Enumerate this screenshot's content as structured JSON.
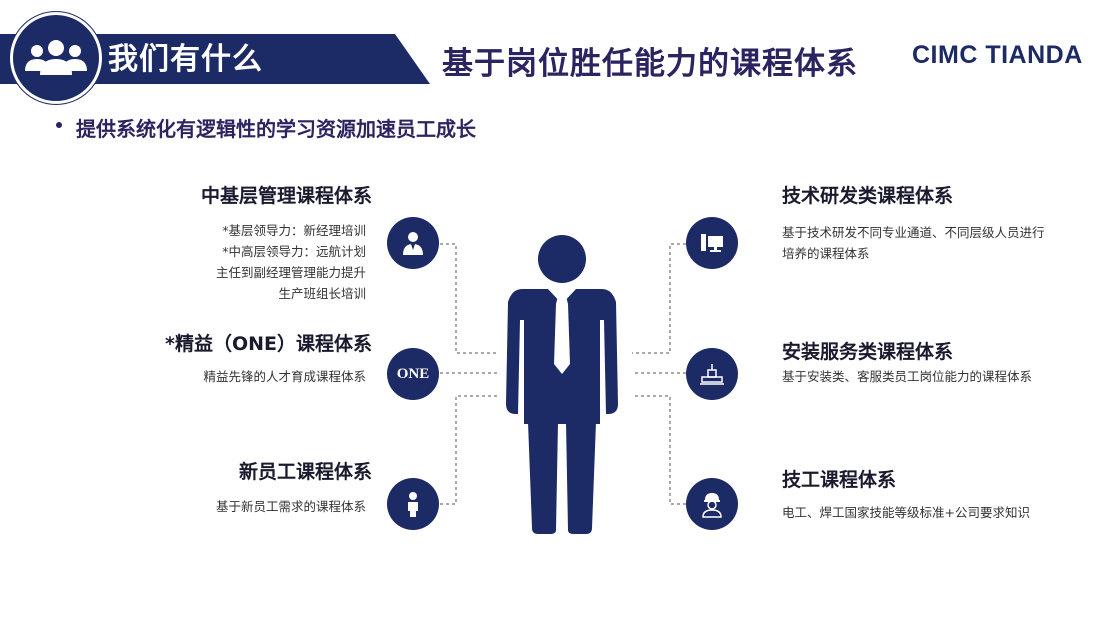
{
  "header": {
    "banner_title": "我们有什么",
    "main_title": "基于岗位胜任能力的课程体系",
    "logo_text": "CIMC TIANDA",
    "subtitle": "提供系统化有逻辑性的学习资源加速员工成长"
  },
  "left_sections": [
    {
      "title": "中基层管理课程体系",
      "lines": [
        "*基层领导力：新经理培训",
        "*中高层领导力：远航计划",
        "主任到副经理管理能力提升",
        "生产班组长培训"
      ],
      "icon": "manager-icon"
    },
    {
      "title": "*精益（ONE）课程体系",
      "lines": [
        "精益先锋的人才育成课程体系"
      ],
      "icon_text": "ONE"
    },
    {
      "title": "新员工课程体系",
      "lines": [
        "基于新员工需求的课程体系"
      ],
      "icon": "new-employee-icon"
    }
  ],
  "right_sections": [
    {
      "title": "技术研发类课程体系",
      "lines": [
        "基于技术研发不同专业通道、不同层级人员进行",
        "培养的课程体系"
      ],
      "icon": "computer-icon"
    },
    {
      "title": "安装服务类课程体系",
      "lines": [
        "基于安装类、客服类员工岗位能力的课程体系"
      ],
      "icon": "install-service-icon"
    },
    {
      "title": "技工课程体系",
      "lines": [
        "电工、焊工国家技能等级标准+公司要求知识"
      ],
      "icon": "worker-icon"
    }
  ],
  "colors": {
    "navy": "#1c2a66",
    "title_purple": "#2b2461"
  }
}
